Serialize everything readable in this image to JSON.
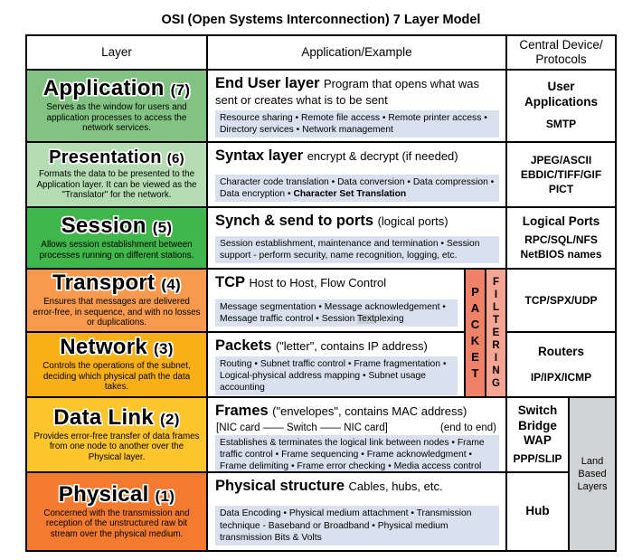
{
  "title": "OSI (Open Systems Interconnection) 7 Layer Model",
  "colors": {
    "details_bg": "#d9e1ee",
    "packet_bg": "#ef8166",
    "filtering_bg": "#f7a592",
    "land_bg": "#d2d3d5"
  },
  "header": {
    "layer": "Layer",
    "example": "Application/Example",
    "device": "Central Device/\nProtocols"
  },
  "filter_strip": {
    "packet": "PACKET",
    "filtering": "FILTERING"
  },
  "land_box": "Land\nBased\nLayers",
  "layers": [
    {
      "name": "Application",
      "number": "(7)",
      "color": "#82c383",
      "description": "Serves as the window for users and application processes to access the network services.",
      "example_title": "End User layer",
      "example_sub": "Program that opens what was sent or creates what is to be sent",
      "details_pre": "Resource sharing • Remote file access • Remote printer access • Directory services • Network management",
      "device_title": "User\nApplications",
      "device_lines": "SMTP"
    },
    {
      "name": "Presentation",
      "number": "(6)",
      "color": "#b5dcb2",
      "description": "Formats the data to be presented to the Application layer. It can be viewed as the \"Translator\" for the network.",
      "example_title": "Syntax layer",
      "example_sub": "encrypt & decrypt (if needed)",
      "details_pre": "Character code translation • Data conversion • Data compression • Data encryption • ",
      "details_mid": "Character Set Translation",
      "device_title": "",
      "device_lines": "JPEG/ASCII\nEBDIC/TIFF/GIF\nPICT"
    },
    {
      "name": "Session",
      "number": "(5)",
      "color": "#41b64b",
      "description": "Allows session establishment between processes running on different stations.",
      "example_title": "Synch & send to ports",
      "example_sub": "(logical ports)",
      "details_pre": "Session establishment, maintenance and termination • Session support - perform security, name recognition, logging, etc.",
      "device_title": "Logical Ports",
      "device_lines": "RPC/SQL/NFS\nNetBIOS names"
    },
    {
      "name": "Transport",
      "number": "(4)",
      "color": "#f79a4e",
      "description": "Ensures that messages are delivered error-free, in sequence, and with no losses or duplications.",
      "example_title": "TCP",
      "example_sub": "Host to Host, Flow Control",
      "details_pre": "Message segmentation • Message acknowledgement • Message traffic control • Session ",
      "details_mid": "Text",
      "details_post": "plexing",
      "device_title": "",
      "device_lines": "TCP/SPX/UDP"
    },
    {
      "name": "Network",
      "number": "(3)",
      "color": "#f9b017",
      "description": "Controls the operations of the subnet, deciding which physical path the data takes.",
      "example_title": "Packets",
      "example_sub": "(\"letter\", contains IP address)",
      "details_pre": "Routing • Subnet traffic control • Frame fragmentation • Logical-physical address mapping • Subnet usage accounting",
      "device_title": "Routers",
      "device_lines": "IP/IPX/ICMP"
    },
    {
      "name": "Data Link",
      "number": "(2)",
      "color": "#fcc42d",
      "description": "Provides error-free transfer of data frames from one node to another over the Physical layer.",
      "example_title": "Frames",
      "example_sub": "(\"envelopes\", contains MAC address)",
      "example_line2": "[NIC card —— Switch —— NIC card]",
      "example_line2_right": "(end to end)",
      "details_pre": "Establishes & terminates the logical link between nodes • Frame traffic control • Frame sequencing • Frame acknowledgment • Frame delimiting • Frame error checking • Media access control",
      "device_title": "Switch\nBridge\nWAP",
      "device_lines": "PPP/SLIP"
    },
    {
      "name": "Physical",
      "number": "(1)",
      "color": "#f37b30",
      "description": "Concerned with the transmission and reception of the unstructured raw bit stream over the physical medium.",
      "example_title": "Physical structure",
      "example_sub": "Cables, hubs, etc.",
      "details_pre": "Data Encoding • Physical medium attachment • Transmission technique - Baseband or Broadband • Physical medium transmission Bits & Volts",
      "device_title": "Hub",
      "device_lines": ""
    }
  ]
}
